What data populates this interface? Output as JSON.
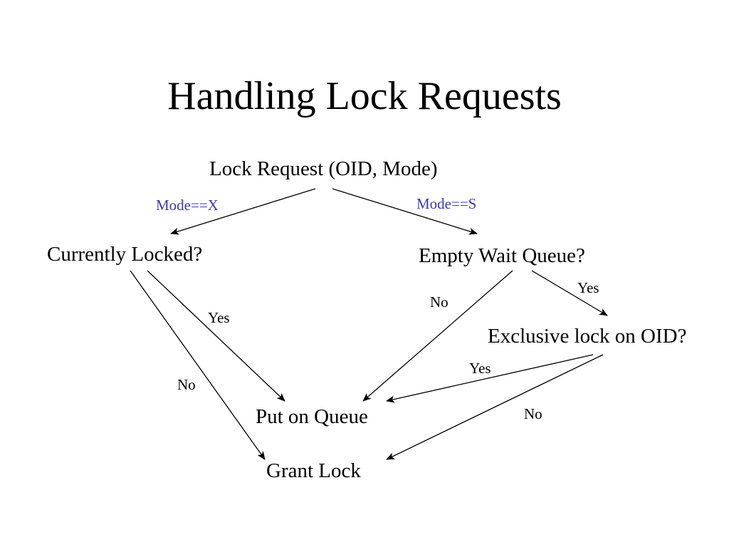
{
  "title": "Handling Lock Requests",
  "nodes": {
    "lock_request": "Lock Request (OID, Mode)",
    "currently_locked": "Currently Locked?",
    "empty_wait_queue": "Empty Wait Queue?",
    "exclusive_lock": "Exclusive lock on OID?",
    "put_on_queue": "Put on Queue",
    "grant_lock": "Grant Lock"
  },
  "edges": {
    "mode_x": "Mode==X",
    "mode_s": "Mode==S",
    "locked_yes": "Yes",
    "locked_no": "No",
    "queue_no": "No",
    "queue_yes": "Yes",
    "exclusive_yes": "Yes",
    "exclusive_no": "No"
  },
  "colors": {
    "mode_label": "#3a3ab8",
    "text": "#000000"
  }
}
